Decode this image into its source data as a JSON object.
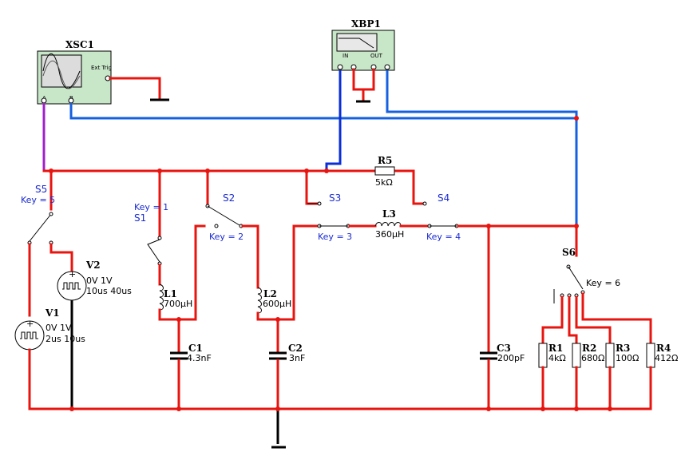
{
  "instruments": {
    "oscilloscope": {
      "ref": "XSC1",
      "ext_trig": "Ext Trig",
      "ch_a": "A",
      "ch_b": "B"
    },
    "bode": {
      "ref": "XBP1",
      "in": "IN",
      "out": "OUT"
    }
  },
  "components": {
    "r5": {
      "ref": "R5",
      "value": "5kΩ"
    },
    "l3": {
      "ref": "L3",
      "value": "360µH"
    },
    "l1": {
      "ref": "L1",
      "value": "700µH"
    },
    "l2": {
      "ref": "L2",
      "value": "600µH"
    },
    "c1": {
      "ref": "C1",
      "value": "4.3nF"
    },
    "c2": {
      "ref": "C2",
      "value": "3nF"
    },
    "c3": {
      "ref": "C3",
      "value": "200pF"
    },
    "r1": {
      "ref": "R1",
      "value": "4kΩ"
    },
    "r2": {
      "ref": "R2",
      "value": "680Ω"
    },
    "r3": {
      "ref": "R3",
      "value": "100Ω"
    },
    "r4": {
      "ref": "R4",
      "value": "412Ω"
    },
    "v1": {
      "ref": "V1",
      "line1": "0V 1V",
      "line2": "2us 10us"
    },
    "v2": {
      "ref": "V2",
      "line1": "0V 1V",
      "line2": "10us 40us"
    }
  },
  "switches": {
    "s1": {
      "ref": "S1",
      "key": "Key = 1"
    },
    "s2": {
      "ref": "S2",
      "key": "Key = 2"
    },
    "s3": {
      "ref": "S3",
      "key": "Key = 3"
    },
    "s4": {
      "ref": "S4",
      "key": "Key = 4"
    },
    "s5": {
      "ref": "S5",
      "key": "Key = 5"
    },
    "s6": {
      "ref": "S6",
      "key": "Key = 6"
    }
  },
  "colors": {
    "wire_red": "#e8140f",
    "wire_blue": "#1560e0",
    "wire_purple": "#a020c8",
    "instrument_fill": "#c8e6c8"
  }
}
